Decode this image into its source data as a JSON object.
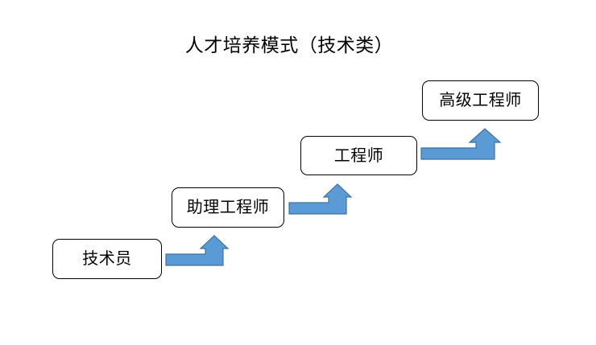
{
  "diagram": {
    "title": "人才培养模式（技术类）",
    "type": "flowchart-progression-staircase",
    "background_color": "#FFFFFF",
    "node_border_color": "#000000",
    "node_fill_color": "#FFFFFF",
    "node_text_color": "#000000",
    "arrow_fill_color": "#5B9BD5",
    "arrow_border_color": "#41719C",
    "nodes": [
      {
        "id": "node-0",
        "label": "技术员",
        "level": 1
      },
      {
        "id": "node-1",
        "label": "助理工程师",
        "level": 2
      },
      {
        "id": "node-2",
        "label": "工程师",
        "level": 3
      },
      {
        "id": "node-3",
        "label": "高级工程师",
        "level": 4
      }
    ],
    "arrows": [
      {
        "id": "arrow-0",
        "from": "技术员",
        "to": "助理工程师",
        "shape": "bent-arrow-up-right",
        "icon": "bent-arrow-up-icon"
      },
      {
        "id": "arrow-1",
        "from": "助理工程师",
        "to": "工程师",
        "shape": "bent-arrow-up-right",
        "icon": "bent-arrow-up-icon"
      },
      {
        "id": "arrow-2",
        "from": "工程师",
        "to": "高级工程师",
        "shape": "bent-arrow-up-right",
        "icon": "bent-arrow-up-icon"
      }
    ]
  }
}
